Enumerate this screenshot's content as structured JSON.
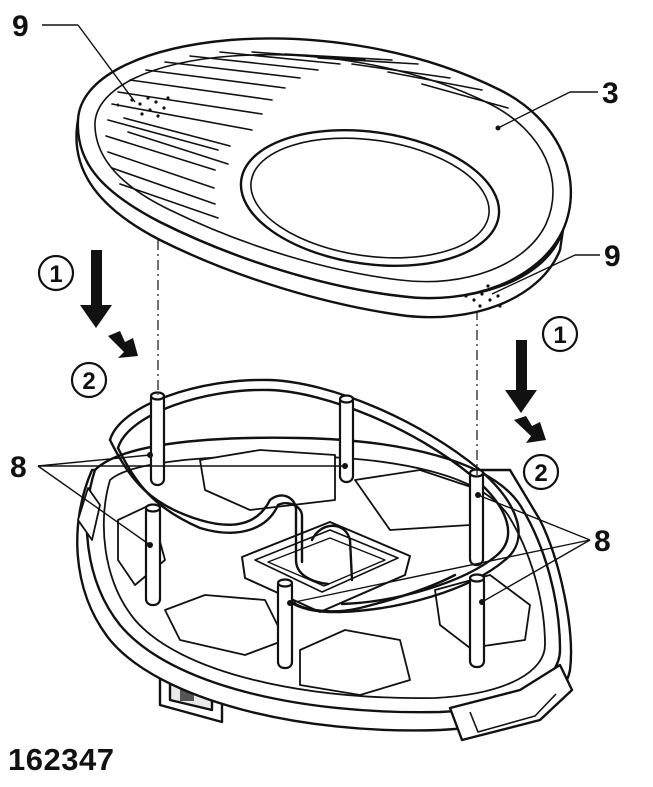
{
  "callouts": {
    "c9_top": "9",
    "c3": "3",
    "c9_right": "9",
    "c8_left": "8",
    "c8_right": "8"
  },
  "steps": {
    "left_1": "1",
    "left_2": "2",
    "right_1": "1",
    "right_2": "2"
  },
  "figure_code": "162347"
}
